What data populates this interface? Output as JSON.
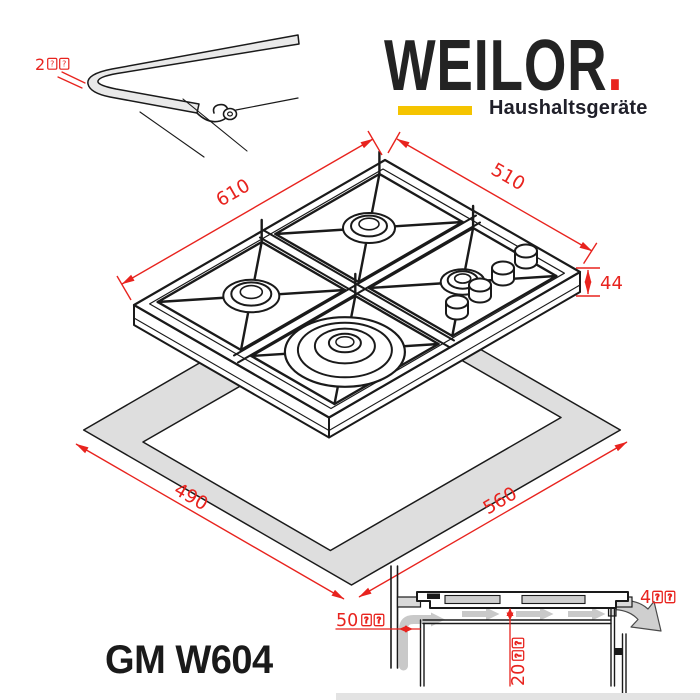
{
  "brand": {
    "wordmark": "WEILOR",
    "wordmark_dot": ".",
    "tagline": "Haushaltsgeräte",
    "accent_yellow": "#f5c400",
    "dot_red": "#e8231e"
  },
  "model": {
    "name": "GM W604"
  },
  "colors": {
    "dimension_red": "#e8231e",
    "cutout_gray": "#dedede",
    "line_black": "#1a1a1a"
  },
  "dimensions": {
    "top_width": "610",
    "top_depth": "510",
    "body_height": "44",
    "cutout_depth": "490",
    "cutout_width": "560",
    "edge_thickness": "2",
    "rear_wall_clearance": "50",
    "bottom_clearance": "20",
    "front_gap": "4"
  }
}
